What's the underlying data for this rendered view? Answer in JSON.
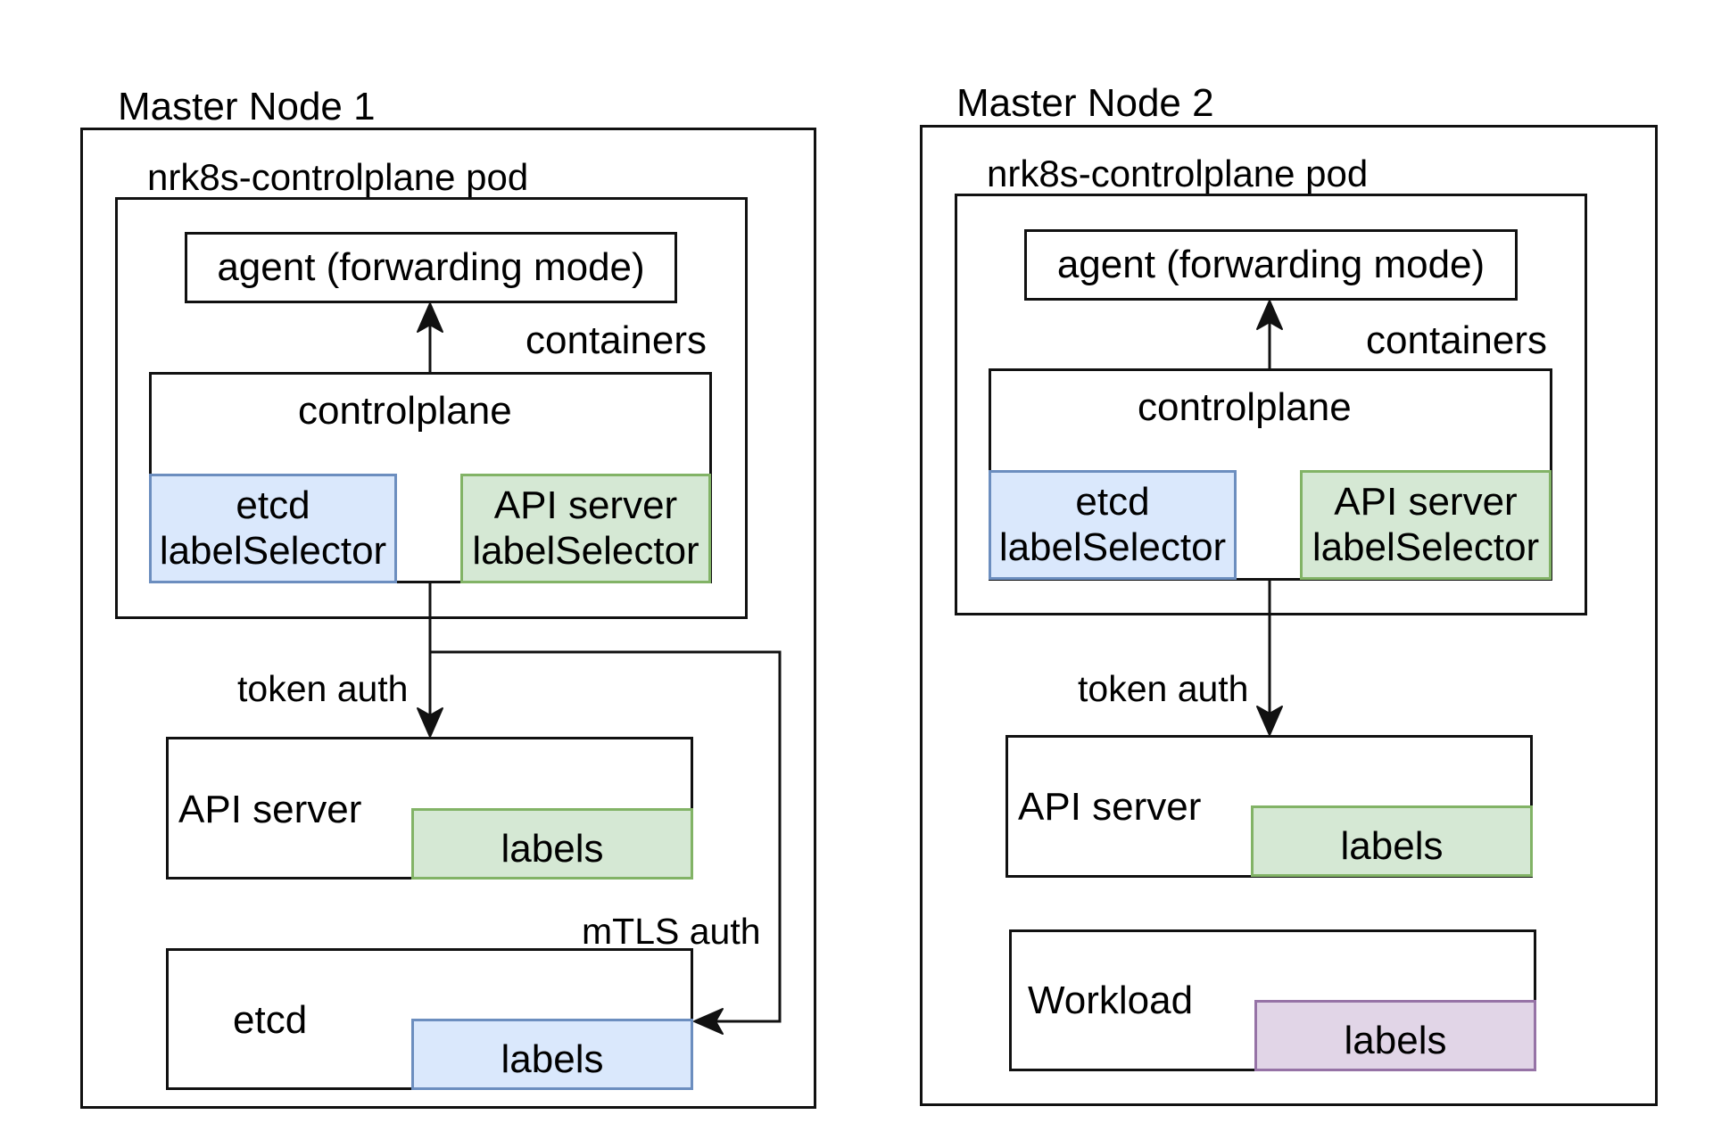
{
  "node1": {
    "title": "Master Node 1",
    "pod_label": "nrk8s-controlplane pod",
    "agent_label": "agent (forwarding mode)",
    "containers_label": "containers",
    "controlplane_label": "controlplane",
    "etcd_selector": [
      "etcd",
      "labelSelector"
    ],
    "api_selector": [
      "API server",
      "labelSelector"
    ],
    "token_auth_label": "token auth",
    "api_server_label": "API server",
    "api_labels": "labels",
    "mtls_auth_label": "mTLS auth",
    "etcd_label": "etcd",
    "etcd_labels": "labels"
  },
  "node2": {
    "title": "Master Node 2",
    "pod_label": "nrk8s-controlplane pod",
    "agent_label": "agent (forwarding mode)",
    "containers_label": "containers",
    "controlplane_label": "controlplane",
    "etcd_selector": [
      "etcd",
      "labelSelector"
    ],
    "api_selector": [
      "API server",
      "labelSelector"
    ],
    "token_auth_label": "token auth",
    "api_server_label": "API server",
    "api_labels": "labels",
    "workload_label": "Workload",
    "workload_labels": "labels"
  },
  "colors": {
    "etcd_fill": "#dae8fc",
    "api_fill": "#d5e8d4",
    "workload_fill": "#e1d5e7"
  }
}
